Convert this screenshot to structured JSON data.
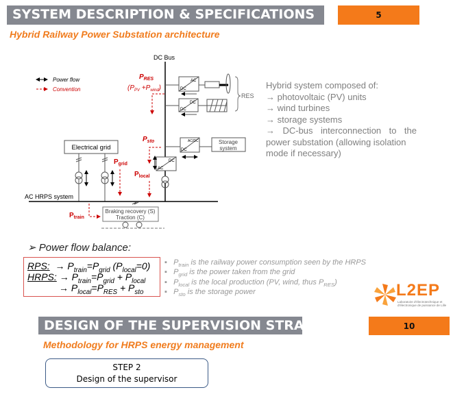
{
  "slide1": {
    "title": "SYSTEM DESCRIPTION & SPECIFICATIONS",
    "page": "5",
    "subtitle": "Hybrid Railway Power Substation architecture"
  },
  "diagram": {
    "dc_bus": "DC Bus",
    "legend_power_flow": "Power flow",
    "legend_convention": "Convention",
    "p": "P",
    "res_sub": "RES",
    "pv_sub": "PV",
    "wind_sub": "wind",
    "sto_sub": "sto",
    "grid_sub": "grid",
    "local_sub": "local",
    "train_sub": "train",
    "ac": "AC",
    "dc": "DC",
    "acdc": "AC/DC",
    "res_label": "RES",
    "storage_l1": "Storage",
    "storage_l2": "system",
    "electrical_grid": "Electrical grid",
    "ac_hrps": "AC HRPS system",
    "braking": "Braking recovery (S)",
    "traction": "Traction (C)"
  },
  "description": {
    "lines": [
      "Hybrid system composed of:",
      "→ photovoltaic (PV) units",
      "→ wind turbines",
      "→ storage systems",
      "→ DC-bus interconnection to the",
      "power substation (allowing isolation",
      "mode if necessary)"
    ]
  },
  "balance": {
    "heading": "Power flow balance:",
    "rps": "RPS:",
    "hrps": "HRPS:",
    "arrow": "→",
    "P": "P",
    "train": "train",
    "grid": "grid",
    "local": "local",
    "res": "RES",
    "sto": "sto",
    "zero": "=0)",
    "plus": " + ",
    "eq": "="
  },
  "bullets": [
    {
      "sub": "train",
      "text": " is the railway power consumption seen by the HRPS"
    },
    {
      "sub": "grid",
      "text": " is the power taken from the grid"
    },
    {
      "sub": "local",
      "text": " is the local production (PV, wind, thus P",
      "tail": "RES",
      "end": ")"
    },
    {
      "sub": "sto",
      "text": " is the storage power"
    }
  ],
  "logo": {
    "name": "L2EP",
    "caption1": "Laboratoire d'électrotechnique et",
    "caption2": "d'électronique de puissance de Lille"
  },
  "slide2": {
    "title": "DESIGN OF THE SUPERVISION STRATEGY",
    "page": "10",
    "subtitle": "Methodology for HRPS energy management",
    "step": "STEP 2",
    "step_desc": "Design of the supervisor"
  },
  "colors": {
    "accent": "#f47a1a",
    "header": "#858890",
    "red": "#cc0000"
  }
}
